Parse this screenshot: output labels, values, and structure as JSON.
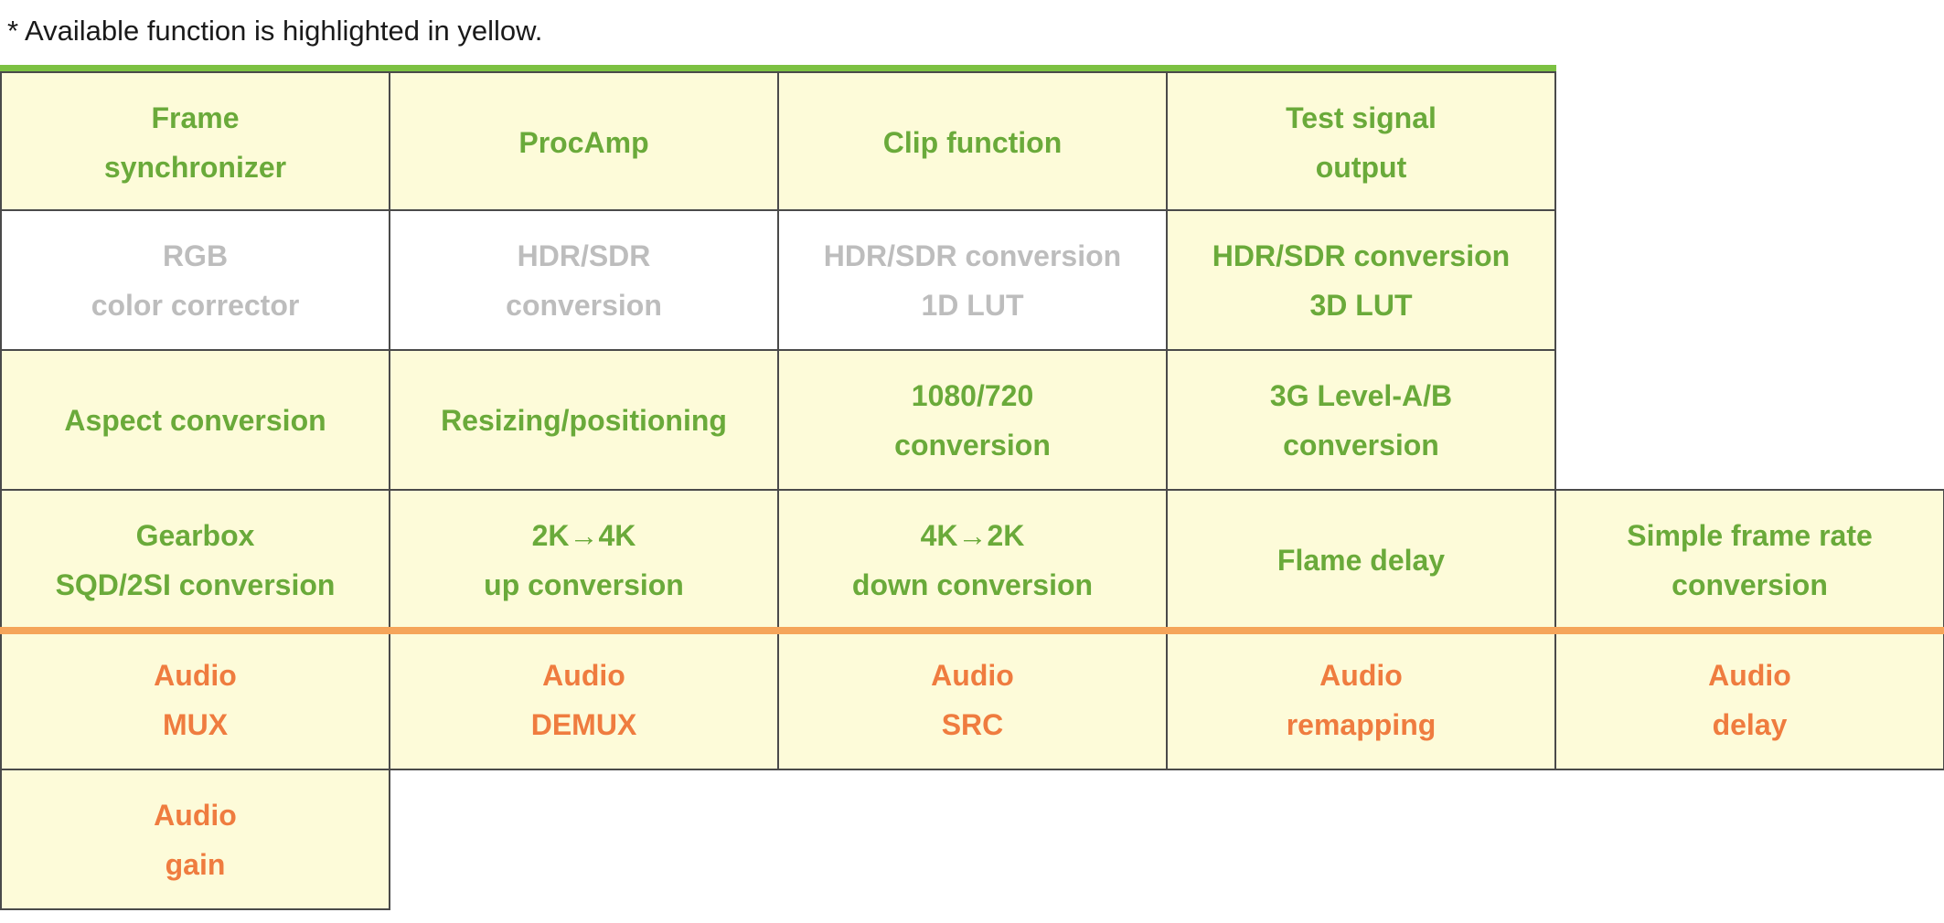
{
  "note": "* Available function is highlighted in yellow.",
  "colors": {
    "available_background": "#fdfbd9",
    "video_text": "#6aaa3a",
    "unavailable_text": "#bdbdbd",
    "audio_text": "#ef7c3f",
    "video_rule": "#7cc142",
    "audio_rule": "#f5a55a"
  },
  "video_functions": [
    [
      {
        "label": "Frame\nsynchronizer",
        "available": true
      },
      {
        "label": "ProcAmp",
        "available": true
      },
      {
        "label": "Clip function",
        "available": true
      },
      {
        "label": "Test signal\noutput",
        "available": true
      }
    ],
    [
      {
        "label": "RGB\ncolor corrector",
        "available": false
      },
      {
        "label": "HDR/SDR\nconversion",
        "available": false
      },
      {
        "label": "HDR/SDR conversion\n1D LUT",
        "available": false
      },
      {
        "label": "HDR/SDR conversion\n3D LUT",
        "available": true
      }
    ],
    [
      {
        "label": "Aspect conversion",
        "available": true
      },
      {
        "label": "Resizing/positioning",
        "available": true
      },
      {
        "label": "1080/720\nconversion",
        "available": true
      },
      {
        "label": "3G Level-A/B\nconversion",
        "available": true
      }
    ],
    [
      {
        "label": "Gearbox\n SQD/2SI conversion",
        "available": true
      },
      {
        "label": "2K→4K\n up conversion",
        "available": true
      },
      {
        "label": "4K→2K\n down conversion",
        "available": true
      },
      {
        "label": "Flame delay",
        "available": true
      },
      {
        "label": "Simple frame rate\nconversion",
        "available": true
      }
    ]
  ],
  "audio_functions": [
    [
      {
        "label": "Audio\nMUX",
        "available": true
      },
      {
        "label": "Audio\nDEMUX",
        "available": true
      },
      {
        "label": "Audio\nSRC",
        "available": true
      },
      {
        "label": "Audio\nremapping",
        "available": true
      },
      {
        "label": "Audio\ndelay",
        "available": true
      }
    ],
    [
      {
        "label": "Audio\ngain",
        "available": true
      }
    ]
  ]
}
